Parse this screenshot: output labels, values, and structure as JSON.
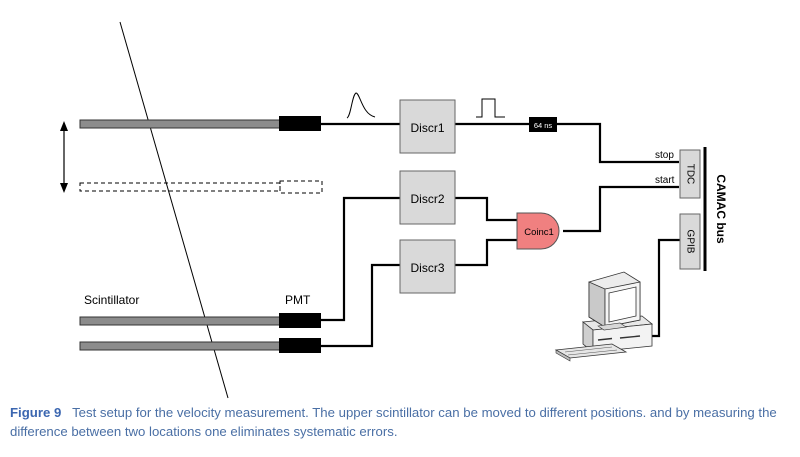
{
  "diagram": {
    "labels": {
      "scintillator": "Scintillator",
      "pmt": "PMT",
      "discr1": "Discr1",
      "discr2": "Discr2",
      "discr3": "Discr3",
      "coinc": "Coinc1",
      "delay": "64 ns",
      "stop": "stop",
      "start": "start",
      "tdc": "TDC",
      "gpib": "GPIB",
      "camac_bus": "CAMAC bus"
    },
    "colors": {
      "scintillator": "#8c8c8c",
      "pmt": "#000000",
      "module_fill": "#d9d9d9",
      "coinc_fill": "#f08080",
      "caption_text": "#4a6fa5"
    },
    "icons": [
      "up-down-arrow-icon",
      "computer-icon",
      "pulse-shape-icon",
      "square-pulse-icon"
    ]
  },
  "caption": {
    "label": "Figure 9",
    "text": "Test setup for the velocity measurement. The upper scintillator can be moved to different positions. and by measuring the difference between two locations one eliminates systematic errors."
  }
}
